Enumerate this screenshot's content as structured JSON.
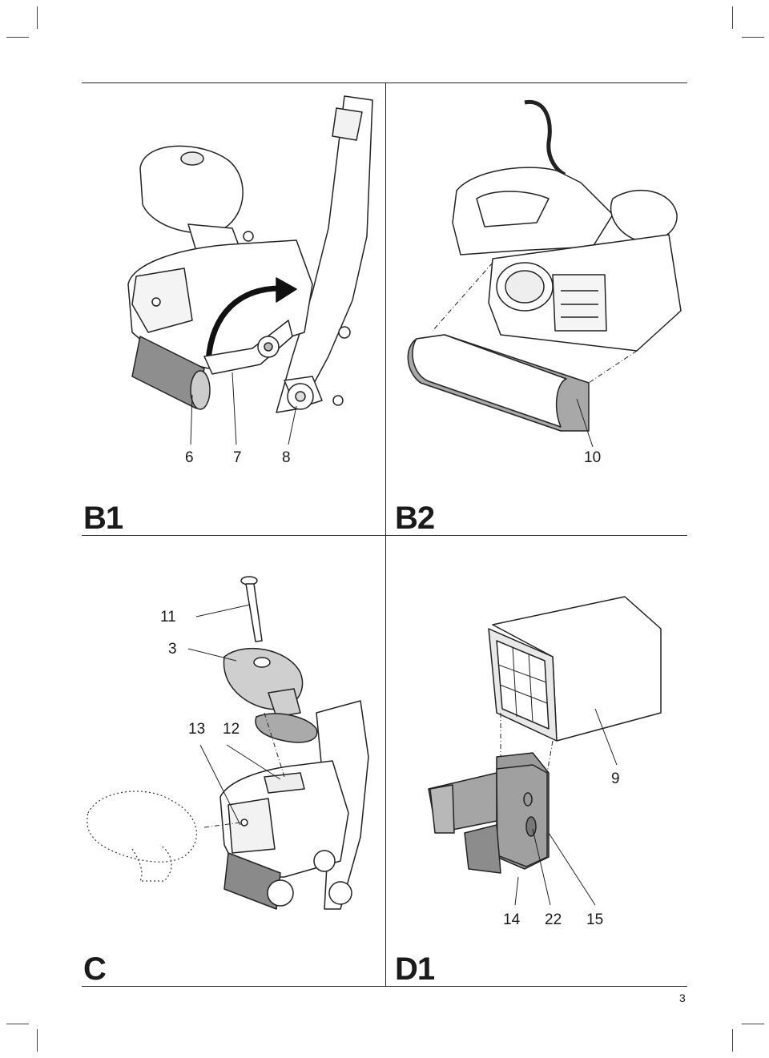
{
  "page_number": "3",
  "panels": [
    {
      "id": "B1",
      "label": "B1",
      "callouts": [
        "6",
        "7",
        "8"
      ]
    },
    {
      "id": "B2",
      "label": "B2",
      "callouts": [
        "10"
      ]
    },
    {
      "id": "C",
      "label": "C",
      "callouts": [
        "11",
        "3",
        "13",
        "12"
      ]
    },
    {
      "id": "D1",
      "label": "D1",
      "callouts": [
        "9",
        "14",
        "22",
        "15"
      ]
    }
  ]
}
